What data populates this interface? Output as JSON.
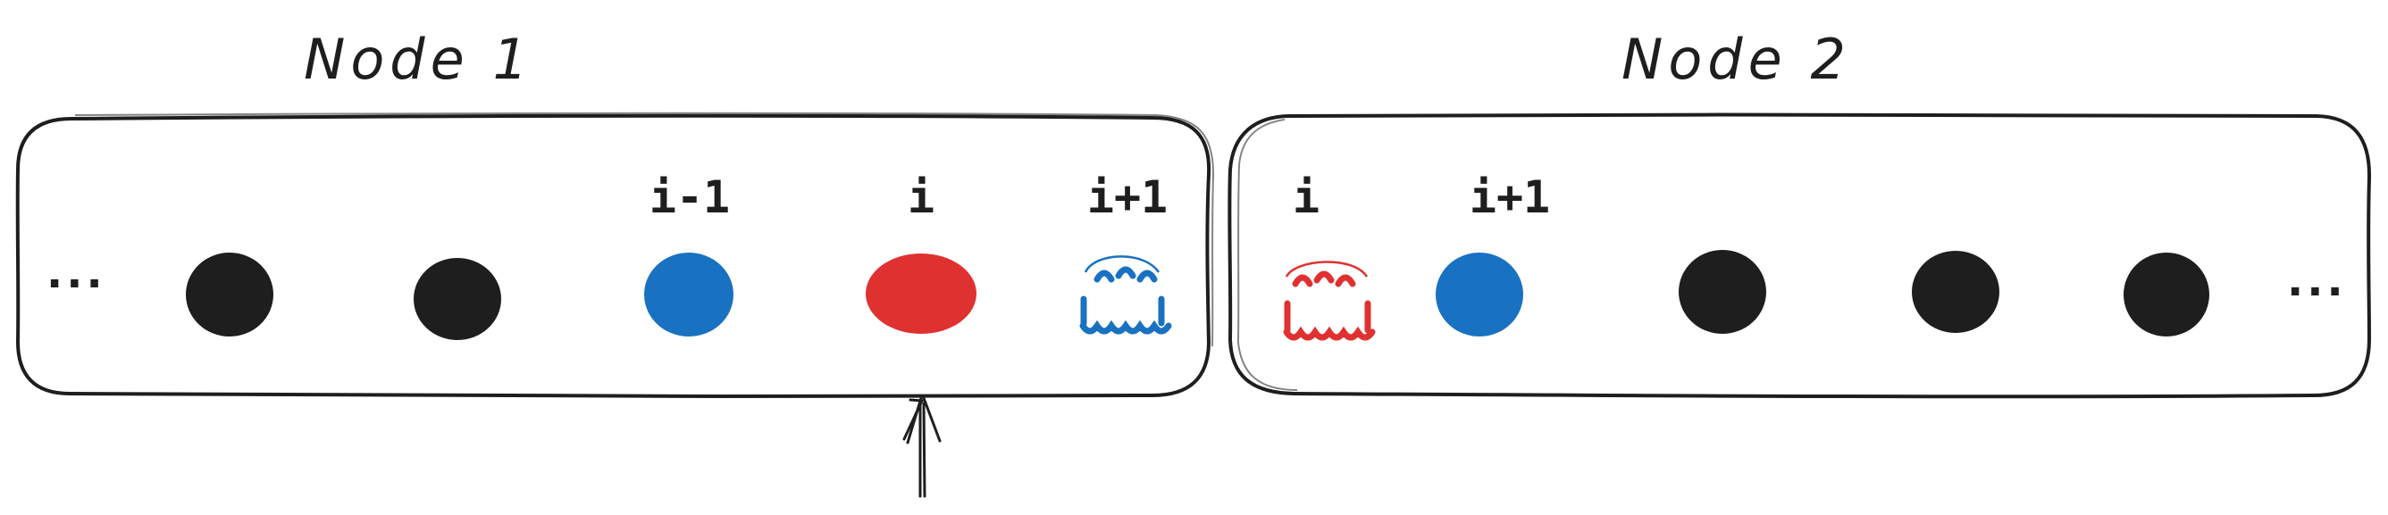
{
  "nodes": [
    {
      "title": "Node 1",
      "left_ellipsis": "...",
      "labels": {
        "prev": "i-1",
        "current": "i",
        "next": "i+1"
      },
      "dots": [
        {
          "color": "#1e1e1e",
          "style": "solid"
        },
        {
          "color": "#1e1e1e",
          "style": "solid"
        },
        {
          "color": "#1971c2",
          "style": "solid"
        },
        {
          "color": "#e03131",
          "style": "solid"
        },
        {
          "color": "#1971c2",
          "style": "hatched"
        }
      ]
    },
    {
      "title": "Node 2",
      "right_ellipsis": "...",
      "labels": {
        "current": "i",
        "next": "i+1"
      },
      "dots": [
        {
          "color": "#e03131",
          "style": "hatched"
        },
        {
          "color": "#1971c2",
          "style": "solid"
        },
        {
          "color": "#1e1e1e",
          "style": "solid"
        },
        {
          "color": "#1e1e1e",
          "style": "solid"
        },
        {
          "color": "#1e1e1e",
          "style": "solid"
        }
      ]
    }
  ],
  "colors": {
    "ink": "#1e1e1e",
    "blue": "#1971c2",
    "red": "#e03131",
    "background": "#ffffff"
  },
  "pointer": {
    "target": "i",
    "direction": "up"
  }
}
